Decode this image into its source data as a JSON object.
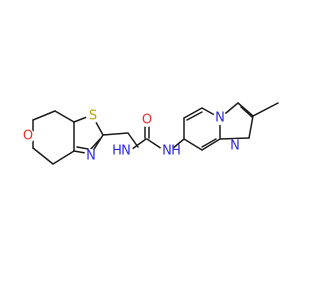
{
  "molecule": {
    "atoms": {
      "o_ring": {
        "text": "O",
        "color": "#e8322f"
      },
      "s_ring": {
        "text": "S",
        "color": "#b5a30a"
      },
      "n_thiazole": {
        "text": "N",
        "color": "#2c2cd8"
      },
      "nh_left": {
        "text": "N",
        "color": "#2c2cd8"
      },
      "h_left": {
        "text": "H",
        "color": "#2c2cd8"
      },
      "o_carbonyl": {
        "text": "O",
        "color": "#e8322f"
      },
      "nh_right": {
        "text": "N",
        "color": "#2c2cd8"
      },
      "h_right": {
        "text": "H",
        "color": "#2c2cd8"
      },
      "n_bridge": {
        "text": "N",
        "color": "#2c2cd8"
      },
      "n_imidazole": {
        "text": "N",
        "color": "#2c2cd8"
      }
    },
    "bond_color": "#1a1a1a"
  }
}
